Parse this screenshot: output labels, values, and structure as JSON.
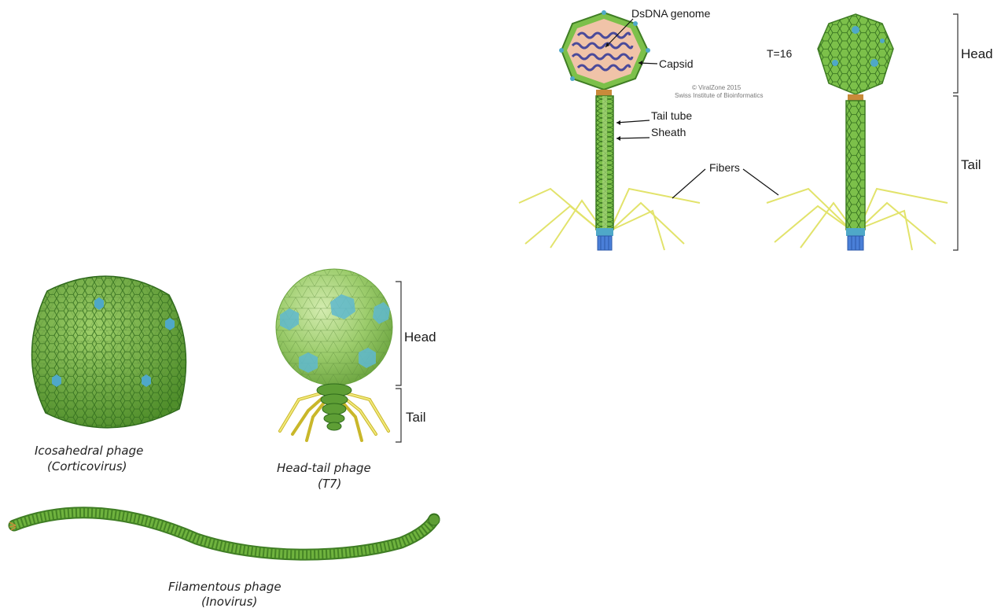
{
  "structure_diagram": {
    "labels": {
      "dsdna": "DsDNA genome",
      "capsid": "Capsid",
      "tail_tube": "Tail tube",
      "sheath": "Sheath",
      "fibers": "Fibers",
      "triangulation": "T=16",
      "credit_line1": "© ViralZone 2015",
      "credit_line2": "Swiss Institute of Bioinformatics",
      "head": "Head",
      "tail": "Tail"
    }
  },
  "morphotypes": {
    "icosahedral": {
      "line1": "Icosahedral phage",
      "line2": "(Corticovirus)"
    },
    "head_tail": {
      "line1": "Head-tail phage",
      "line2": "(T7)",
      "head_label": "Head",
      "tail_label": "Tail"
    },
    "filamentous": {
      "line1": "Filamentous phage",
      "line2": "(Inovirus)"
    }
  },
  "colors": {
    "capsid_green": "#7cc04a",
    "capsid_dark": "#3f7d24",
    "pentamer_blue": "#4fa8c8",
    "fiber_yellow": "#e2e36b",
    "baseplate_blue": "#4a7fd8",
    "dna_purple": "#4a4a9a",
    "capsid_interior": "#f0c3a8"
  }
}
